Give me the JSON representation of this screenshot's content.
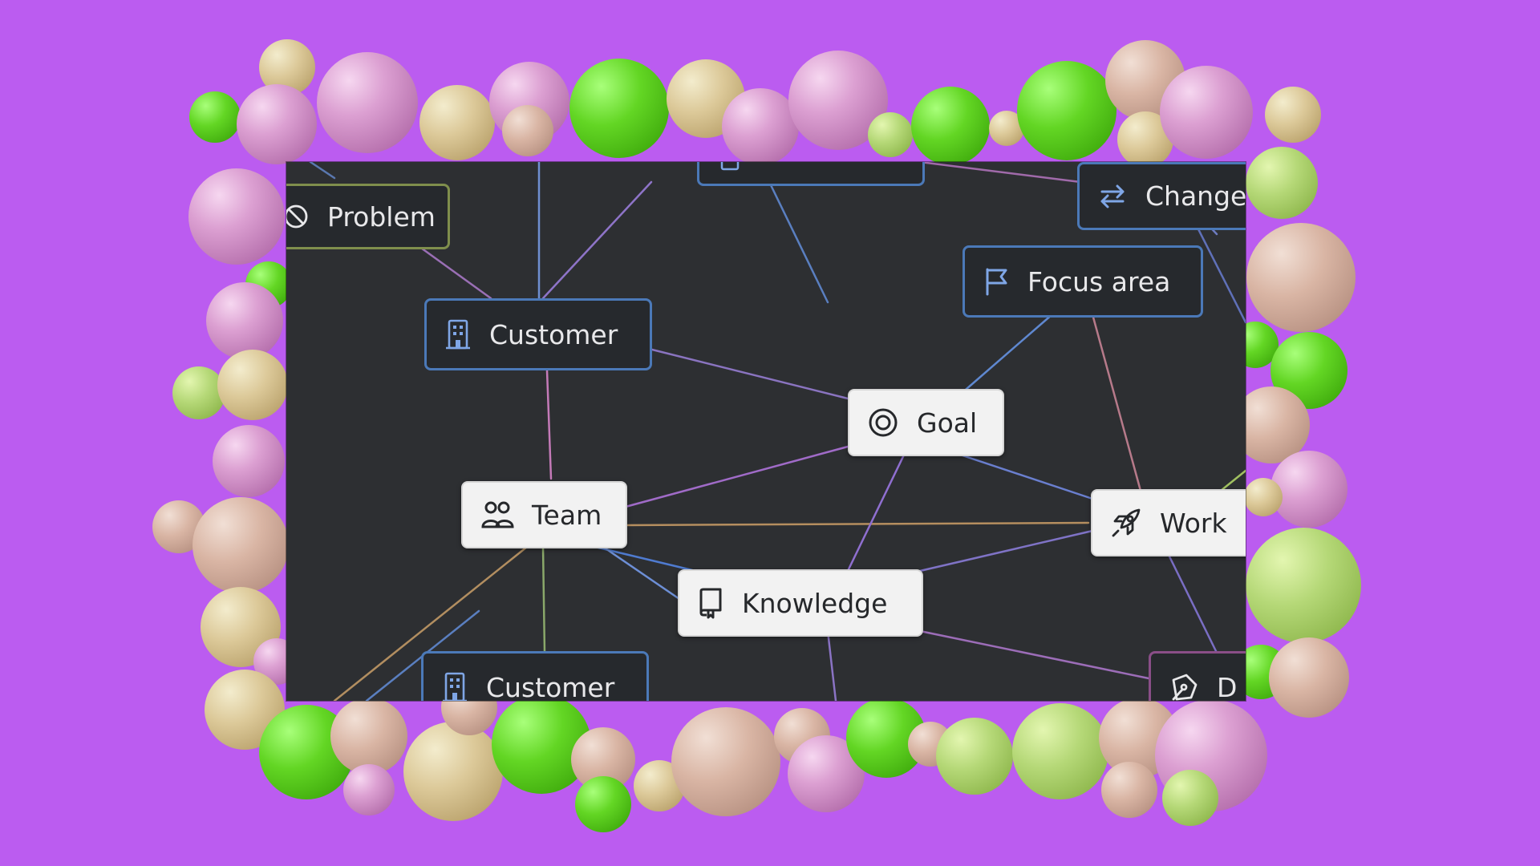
{
  "colors": {
    "background": "#bb5cf0",
    "canvas": "#2d2f32",
    "node_dark_border": "#4b79b8",
    "node_light_bg": "#f2f2f2"
  },
  "nodes": {
    "problem": {
      "label": "Problem",
      "icon": "prohibited-icon"
    },
    "customer": {
      "label": "Customer",
      "icon": "building-icon"
    },
    "customer2": {
      "label": "Customer",
      "icon": "building-icon"
    },
    "change": {
      "label": "Change",
      "icon": "swap-arrows-icon"
    },
    "focus": {
      "label": "Focus area",
      "icon": "flag-icon"
    },
    "goal": {
      "label": "Goal",
      "icon": "target-icon"
    },
    "team": {
      "label": "Team",
      "icon": "users-icon"
    },
    "work": {
      "label": "Work",
      "icon": "rocket-icon"
    },
    "knowledge": {
      "label": "Knowledge",
      "icon": "book-icon"
    },
    "d": {
      "label": "D",
      "icon": "pen-nib-icon"
    }
  }
}
